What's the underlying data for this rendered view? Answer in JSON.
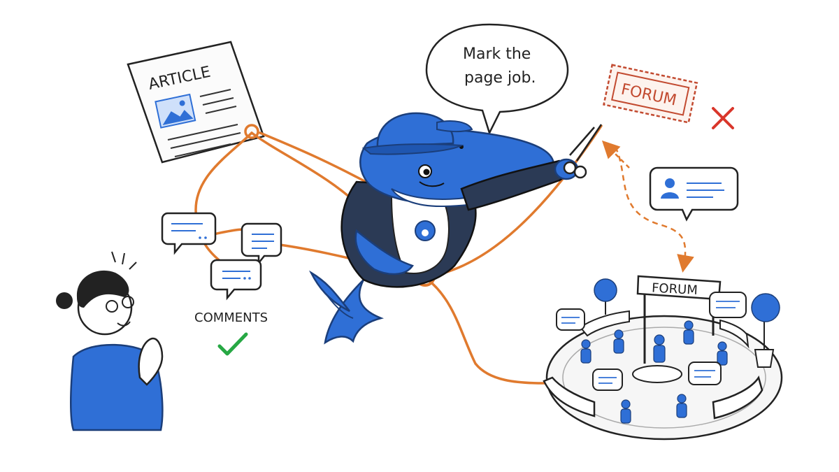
{
  "speech_bubble": {
    "text_line1": "Mark the",
    "text_line2": "page job."
  },
  "article": {
    "title": "ARTICLE"
  },
  "comments": {
    "label": "COMMENTS",
    "status_icon": "check-icon"
  },
  "forum_tag": {
    "label": "FORUM",
    "status_icon": "x-icon"
  },
  "forum_sign": {
    "label": "FORUM"
  },
  "colors": {
    "blue": "#2f6fd6",
    "ink": "#222222",
    "rope": "#e07a2e",
    "red": "#d9362b",
    "green": "#27a844"
  }
}
